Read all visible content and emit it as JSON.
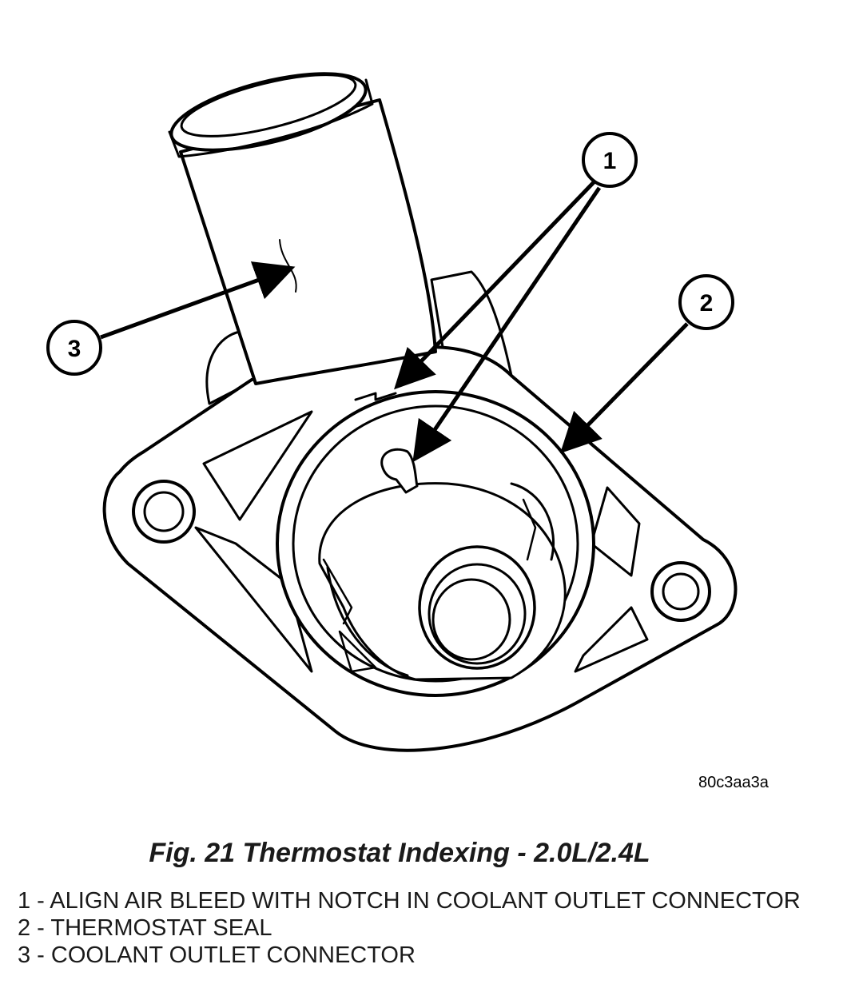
{
  "figure": {
    "callouts": [
      {
        "number": "1"
      },
      {
        "number": "2"
      },
      {
        "number": "3"
      }
    ],
    "reference_code": "80c3aa3a",
    "caption": "Fig. 21 Thermostat Indexing - 2.0L/2.4L"
  },
  "legend": [
    {
      "text": "1 - ALIGN AIR BLEED WITH NOTCH IN COOLANT OUTLET CONNECTOR"
    },
    {
      "text": "2 - THERMOSTAT SEAL"
    },
    {
      "text": "3 - COOLANT OUTLET CONNECTOR"
    }
  ]
}
